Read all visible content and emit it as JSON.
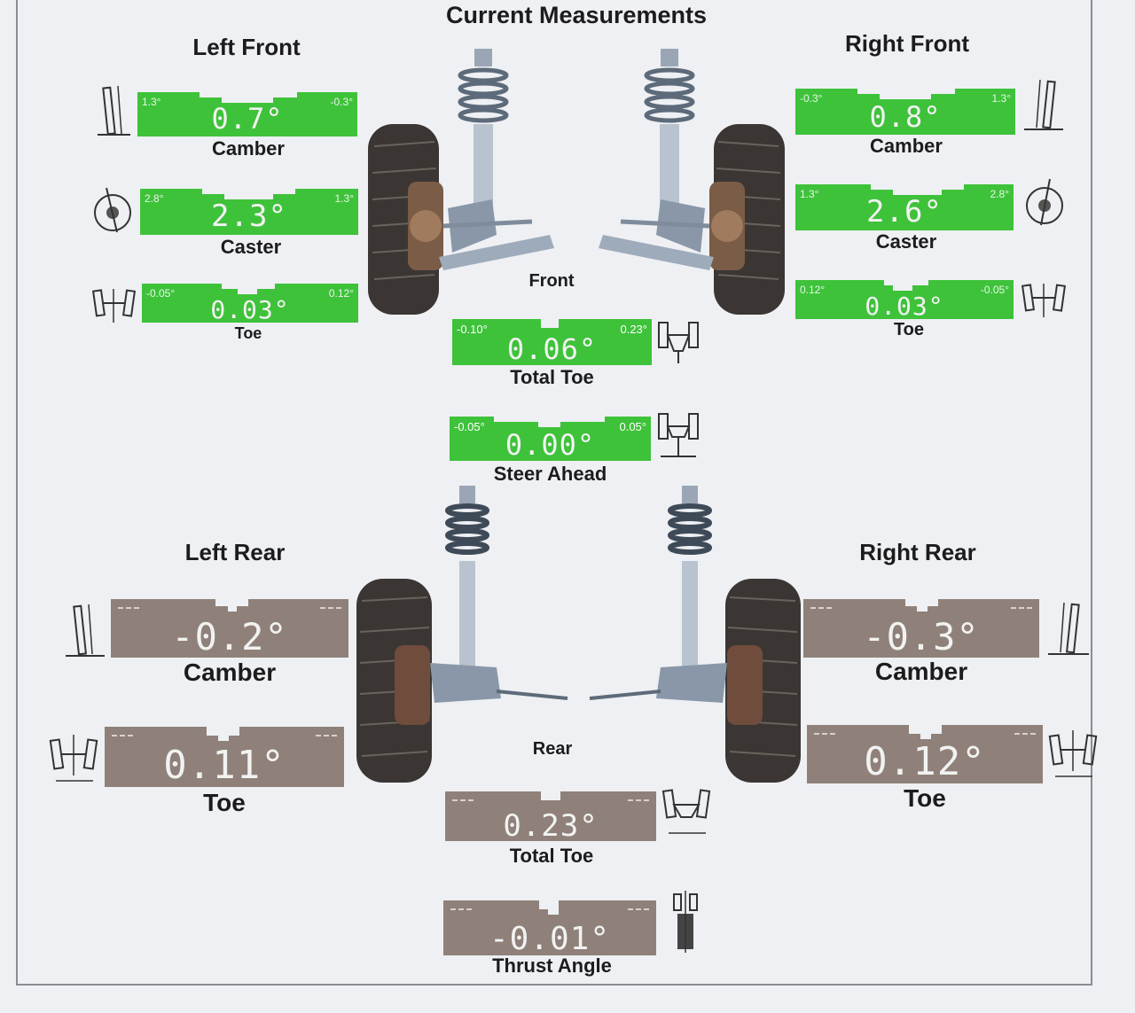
{
  "title": "Current Measurements",
  "colors": {
    "in_spec": "#3ec23a",
    "no_spec": "#8f8179"
  },
  "left_front": {
    "heading": "Left Front",
    "camber": {
      "label": "Camber",
      "value": "0.7°",
      "min": "1.3°",
      "max": "-0.3°",
      "status": "in-spec"
    },
    "caster": {
      "label": "Caster",
      "value": "2.3°",
      "min": "2.8°",
      "max": "1.3°",
      "status": "in-spec"
    },
    "toe": {
      "label": "Toe",
      "value": "0.03°",
      "min": "-0.05°",
      "max": "0.12°",
      "status": "in-spec"
    }
  },
  "right_front": {
    "heading": "Right Front",
    "camber": {
      "label": "Camber",
      "value": "0.8°",
      "min": "-0.3°",
      "max": "1.3°",
      "status": "in-spec"
    },
    "caster": {
      "label": "Caster",
      "value": "2.6°",
      "min": "1.3°",
      "max": "2.8°",
      "status": "in-spec"
    },
    "toe": {
      "label": "Toe",
      "value": "0.03°",
      "min": "0.12°",
      "max": "-0.05°",
      "status": "in-spec"
    }
  },
  "front": {
    "heading": "Front",
    "total_toe": {
      "label": "Total Toe",
      "value": "0.06°",
      "min": "-0.10°",
      "max": "0.23°",
      "status": "in-spec"
    },
    "steer_ahead": {
      "label": "Steer Ahead",
      "value": "0.00°",
      "min": "-0.05°",
      "max": "0.05°",
      "status": "in-spec"
    }
  },
  "left_rear": {
    "heading": "Left Rear",
    "camber": {
      "label": "Camber",
      "value": "-0.2°",
      "status": "no-spec"
    },
    "toe": {
      "label": "Toe",
      "value": "0.11°",
      "status": "no-spec"
    }
  },
  "right_rear": {
    "heading": "Right Rear",
    "camber": {
      "label": "Camber",
      "value": "-0.3°",
      "status": "no-spec"
    },
    "toe": {
      "label": "Toe",
      "value": "0.12°",
      "status": "no-spec"
    }
  },
  "rear": {
    "heading": "Rear",
    "total_toe": {
      "label": "Total Toe",
      "value": "0.23°",
      "status": "no-spec"
    },
    "thrust_angle": {
      "label": "Thrust Angle",
      "value": "-0.01°",
      "status": "no-spec"
    }
  },
  "icons": [
    "camber-icon",
    "caster-icon",
    "toe-icon",
    "total-toe-icon",
    "steer-ahead-icon",
    "thrust-angle-icon",
    "front-suspension-illustration",
    "rear-suspension-illustration"
  ]
}
